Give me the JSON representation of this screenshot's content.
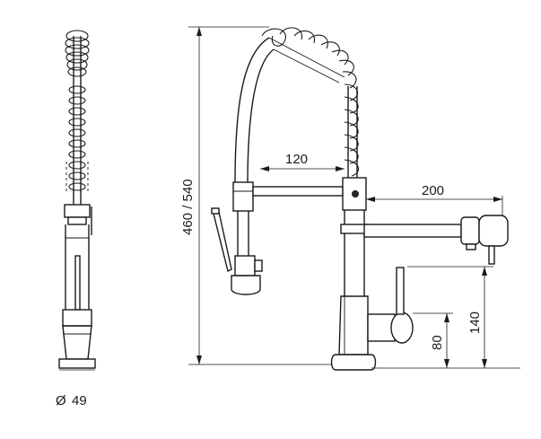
{
  "dimensions": {
    "height_total": "460 / 540",
    "spout_reach": "120",
    "arm_reach": "200",
    "lever_height": "140",
    "handle_height": "80",
    "base_diameter": "49",
    "diameter_symbol": "Ø"
  }
}
